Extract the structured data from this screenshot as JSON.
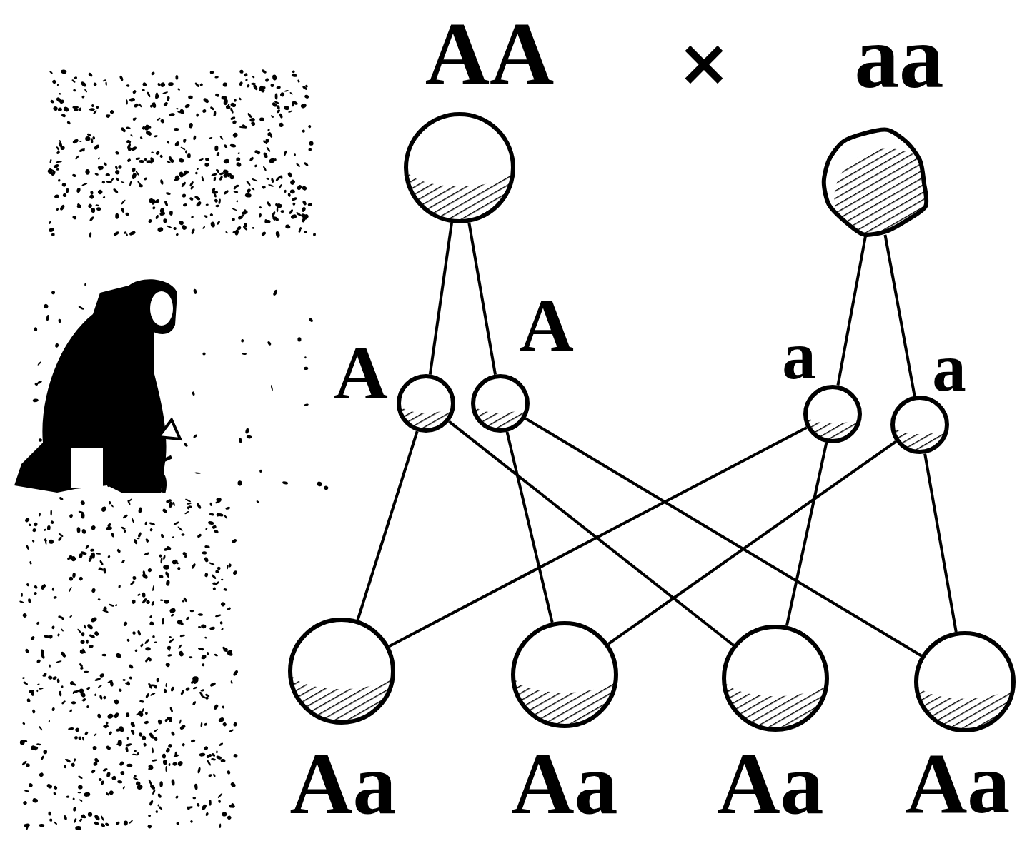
{
  "diagram": {
    "nodes": [
      {
        "text": [
          "AA"
        ]
      },
      {
        "text": [
          "aa"
        ]
      },
      {
        "text": [
          "A"
        ]
      },
      {
        "text": [
          "A"
        ]
      },
      {
        "text": [
          "a"
        ]
      },
      {
        "text": [
          "a"
        ]
      },
      {
        "text": [
          "Aa"
        ]
      },
      {
        "text": [
          "Aa"
        ]
      },
      {
        "text": [
          "Aa"
        ]
      },
      {
        "text": [
          "Aa"
        ]
      }
    ],
    "edges": [
      {
        "from": 0,
        "to": 2,
        "arrow": "none"
      },
      {
        "from": 0,
        "to": 3,
        "arrow": "none"
      },
      {
        "from": 1,
        "to": 4,
        "arrow": "none"
      },
      {
        "from": 1,
        "to": 5,
        "arrow": "none"
      },
      {
        "from": 2,
        "to": 6,
        "arrow": "none"
      },
      {
        "from": 2,
        "to": 8,
        "arrow": "none"
      },
      {
        "from": 3,
        "to": 7,
        "arrow": "none"
      },
      {
        "from": 3,
        "to": 9,
        "arrow": "none"
      },
      {
        "from": 4,
        "to": 6,
        "arrow": "none"
      },
      {
        "from": 4,
        "to": 8,
        "arrow": "none"
      },
      {
        "from": 5,
        "to": 7,
        "arrow": "none"
      },
      {
        "from": 5,
        "to": 9,
        "arrow": "none"
      }
    ],
    "labels": [
      "×"
    ]
  }
}
